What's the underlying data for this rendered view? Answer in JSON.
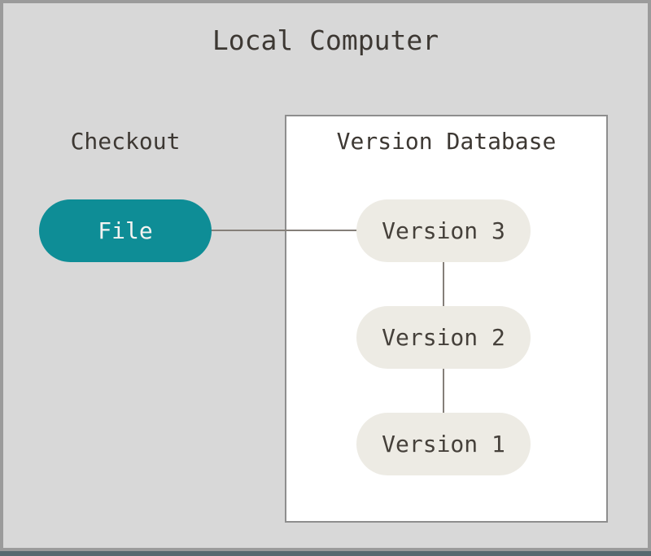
{
  "diagram": {
    "title": "Local Computer",
    "checkout": {
      "label": "Checkout",
      "file_node": "File"
    },
    "version_database": {
      "label": "Version Database",
      "nodes": [
        "Version 3",
        "Version 2",
        "Version 1"
      ]
    }
  },
  "colors": {
    "background": "#d8d8d8",
    "frame_border": "#9b9b9b",
    "bottom_strip": "#57696f",
    "box_background": "#ffffff",
    "box_border": "#8e8e8e",
    "file_node_fill": "#0e8d96",
    "file_node_text": "#f4f3f1",
    "version_node_fill": "#edebe4",
    "node_text": "#45403a",
    "heading_text": "#3d3833",
    "connector": "#857f79"
  }
}
